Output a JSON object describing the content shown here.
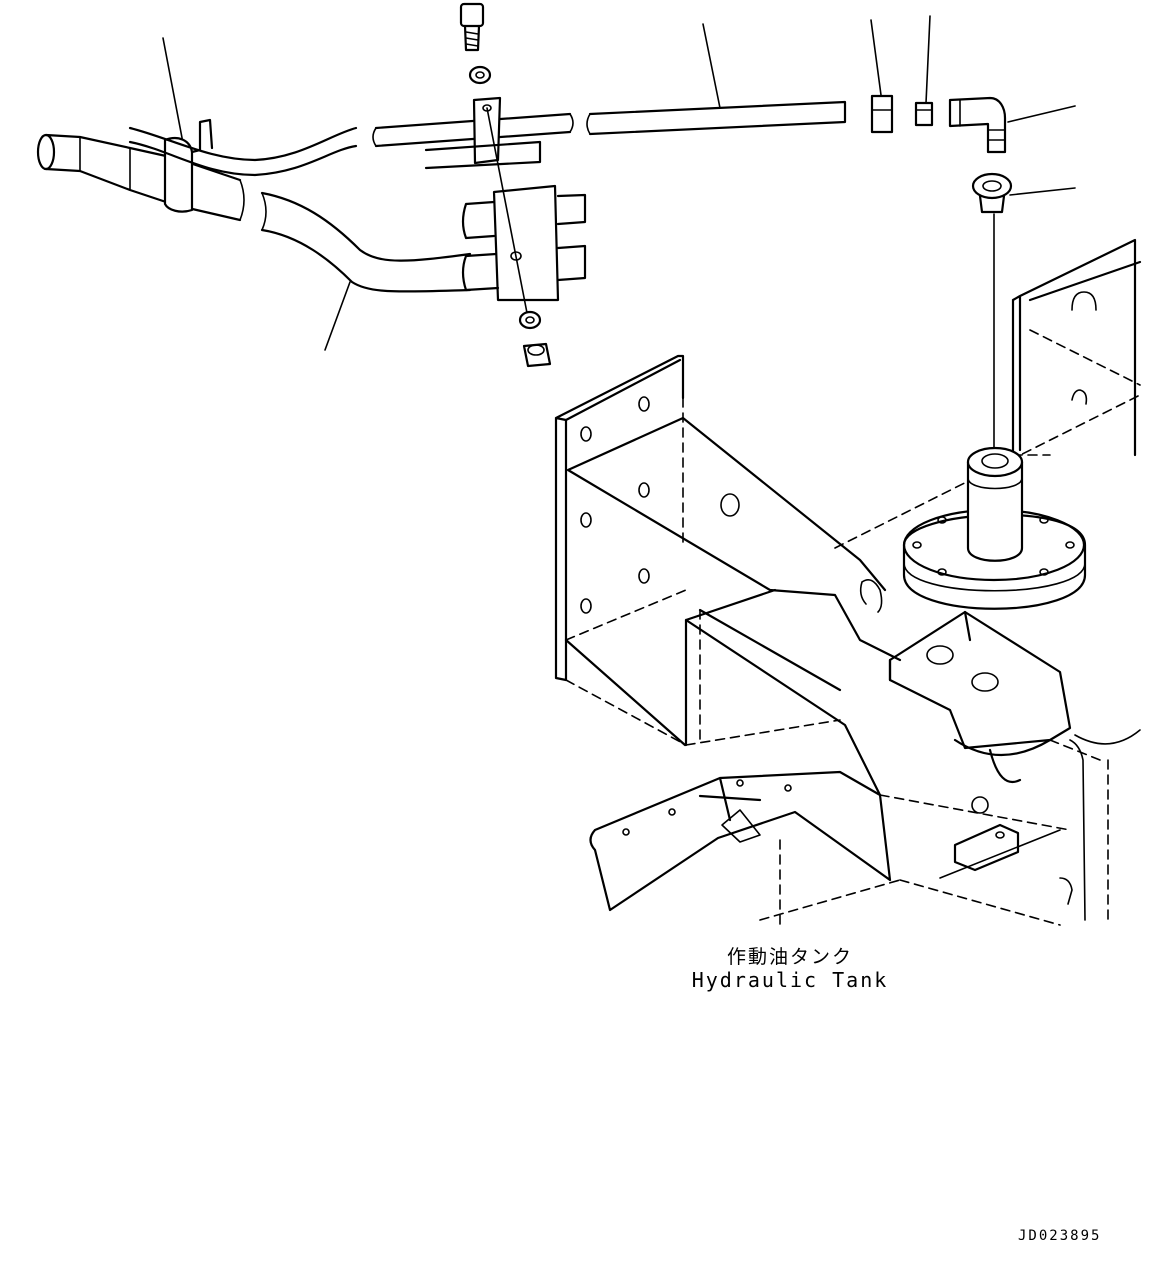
{
  "diagram": {
    "callout_label_ja": "作動油タンク",
    "callout_label_en": "Hydraulic Tank",
    "drawing_number": "JD023895"
  },
  "parts": {
    "hose": "hose",
    "clamp_band": "clamp-band",
    "bolt": "bolt",
    "washer": "washer",
    "nut": "nut",
    "clamp_bracket": "clamp-bracket",
    "breather_tube": "breather-tube",
    "fitting": "fitting",
    "elbow": "elbow",
    "grommet": "grommet",
    "hydraulic_tank": "hydraulic-tank",
    "frame": "frame"
  },
  "leader_count": 7
}
